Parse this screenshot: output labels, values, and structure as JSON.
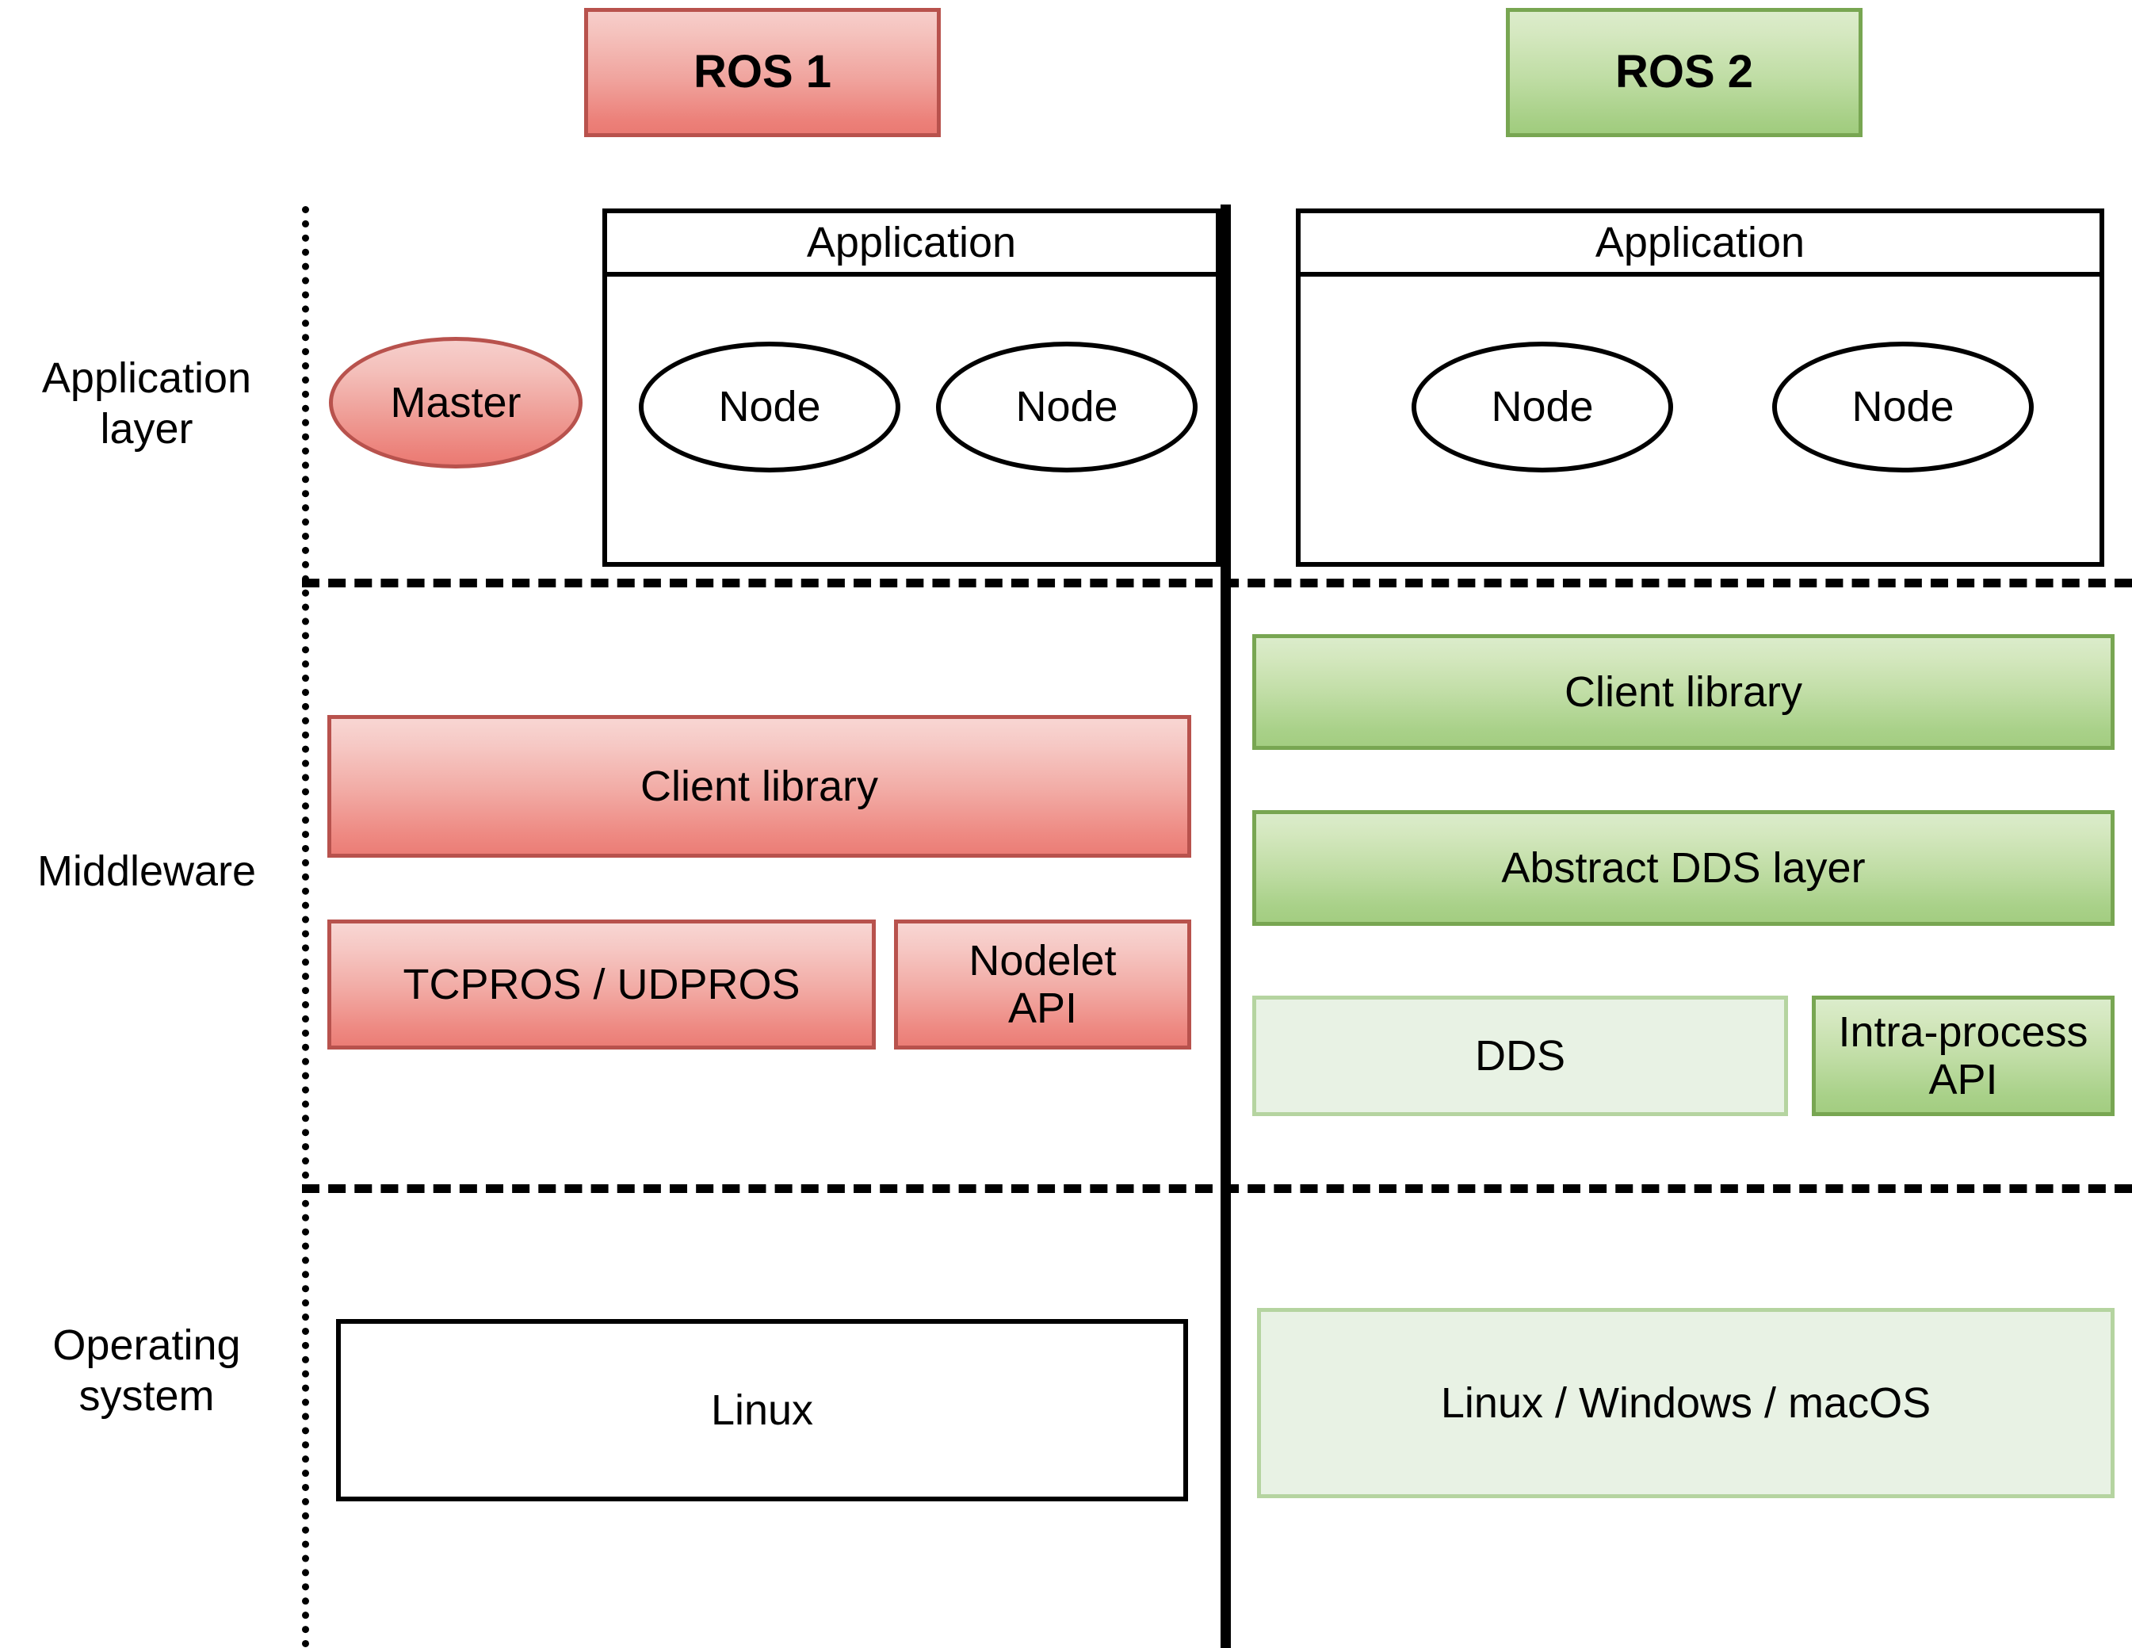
{
  "diagram": {
    "title_left": "ROS 1",
    "title_right": "ROS 2",
    "layer_labels": {
      "application": "Application\nlayer",
      "middleware": "Middleware",
      "operating_system": "Operating\nsystem"
    },
    "colors": {
      "ros1_fill_top": "#f6cdca",
      "ros1_fill_bottom": "#ea7a73",
      "ros1_border": "#b8524d",
      "ros2_fill_top": "#dceccb",
      "ros2_fill_bottom": "#a0cc7e",
      "ros2_border": "#78a652",
      "ros2_pale_fill": "#e8f2e4",
      "ros2_pale_border": "#b5d4a0",
      "line": "#000000"
    }
  },
  "ros1": {
    "application": {
      "header": "Application",
      "nodes": [
        "Node",
        "Node"
      ]
    },
    "master": "Master",
    "middleware": {
      "client_library": "Client library",
      "transport": "TCPROS / UDPROS",
      "nodelet_api": "Nodelet\nAPI"
    },
    "operating_system": "Linux"
  },
  "ros2": {
    "application": {
      "header": "Application",
      "nodes": [
        "Node",
        "Node"
      ]
    },
    "middleware": {
      "client_library": "Client library",
      "abstract_dds_layer": "Abstract DDS layer",
      "dds": "DDS",
      "intra_process_api": "Intra-process\nAPI"
    },
    "operating_system": "Linux / Windows / macOS"
  }
}
